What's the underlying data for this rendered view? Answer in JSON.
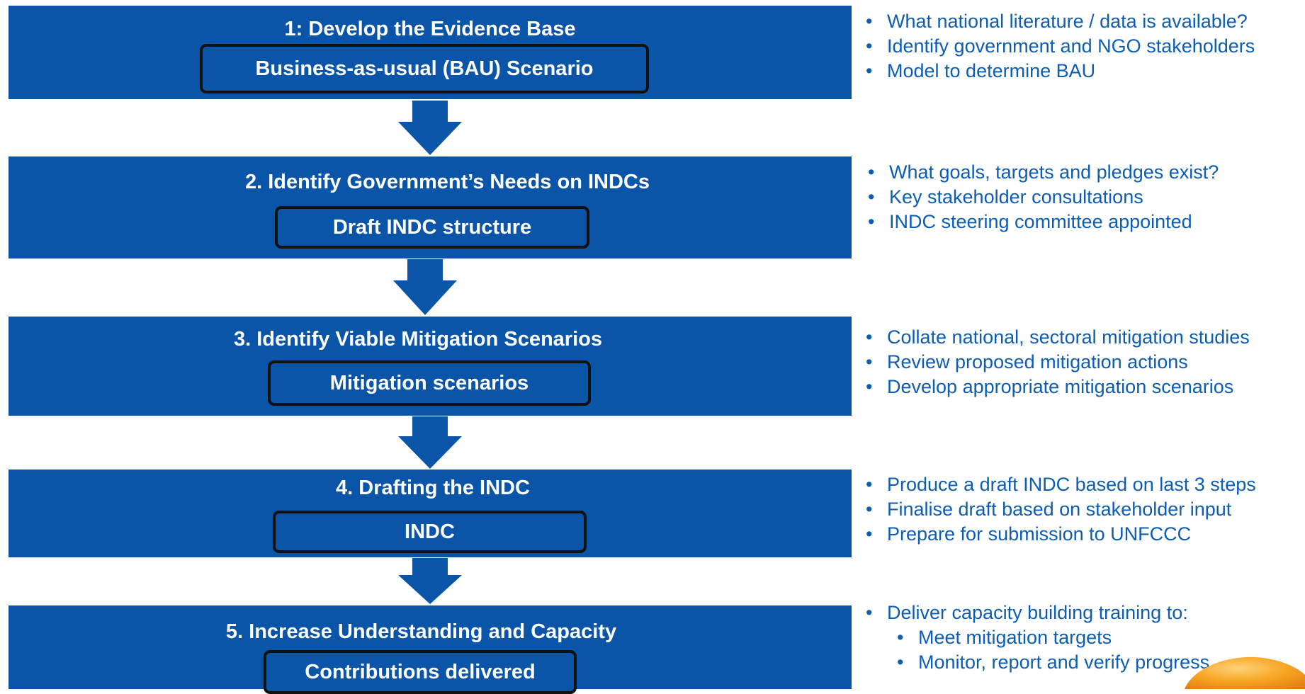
{
  "steps": [
    {
      "title": "1: Develop the Evidence Base",
      "box": "Business-as-usual (BAU) Scenario",
      "bullets": [
        "What national literature / data is available?",
        "Identify government and NGO stakeholders",
        "Model to determine BAU"
      ]
    },
    {
      "title": "2. Identify Government’s Needs on INDCs",
      "box": "Draft INDC structure",
      "bullets": [
        "What goals, targets and pledges exist?",
        "Key stakeholder consultations",
        "INDC steering committee appointed"
      ]
    },
    {
      "title": "3. Identify Viable Mitigation Scenarios",
      "box": "Mitigation scenarios",
      "bullets": [
        "Collate national, sectoral mitigation studies",
        "Review proposed mitigation actions",
        "Develop appropriate mitigation scenarios"
      ]
    },
    {
      "title": "4. Drafting the INDC",
      "box": "INDC",
      "bullets": [
        "Produce a draft INDC based on last 3 steps",
        "Finalise draft based on stakeholder input",
        "Prepare for submission to UNFCCC"
      ]
    },
    {
      "title": "5. Increase Understanding and Capacity",
      "box": "Contributions delivered",
      "bullets": [
        "Deliver capacity building training to:"
      ],
      "sub_bullets": [
        "Meet mitigation targets",
        "Monitor, report and verify progress"
      ]
    }
  ],
  "colors": {
    "band": "#0a55a8",
    "bullet_text": "#0d5db3",
    "box_border": "#111111"
  },
  "icons": [
    "down-arrow-icon",
    "orange-blob-icon"
  ]
}
